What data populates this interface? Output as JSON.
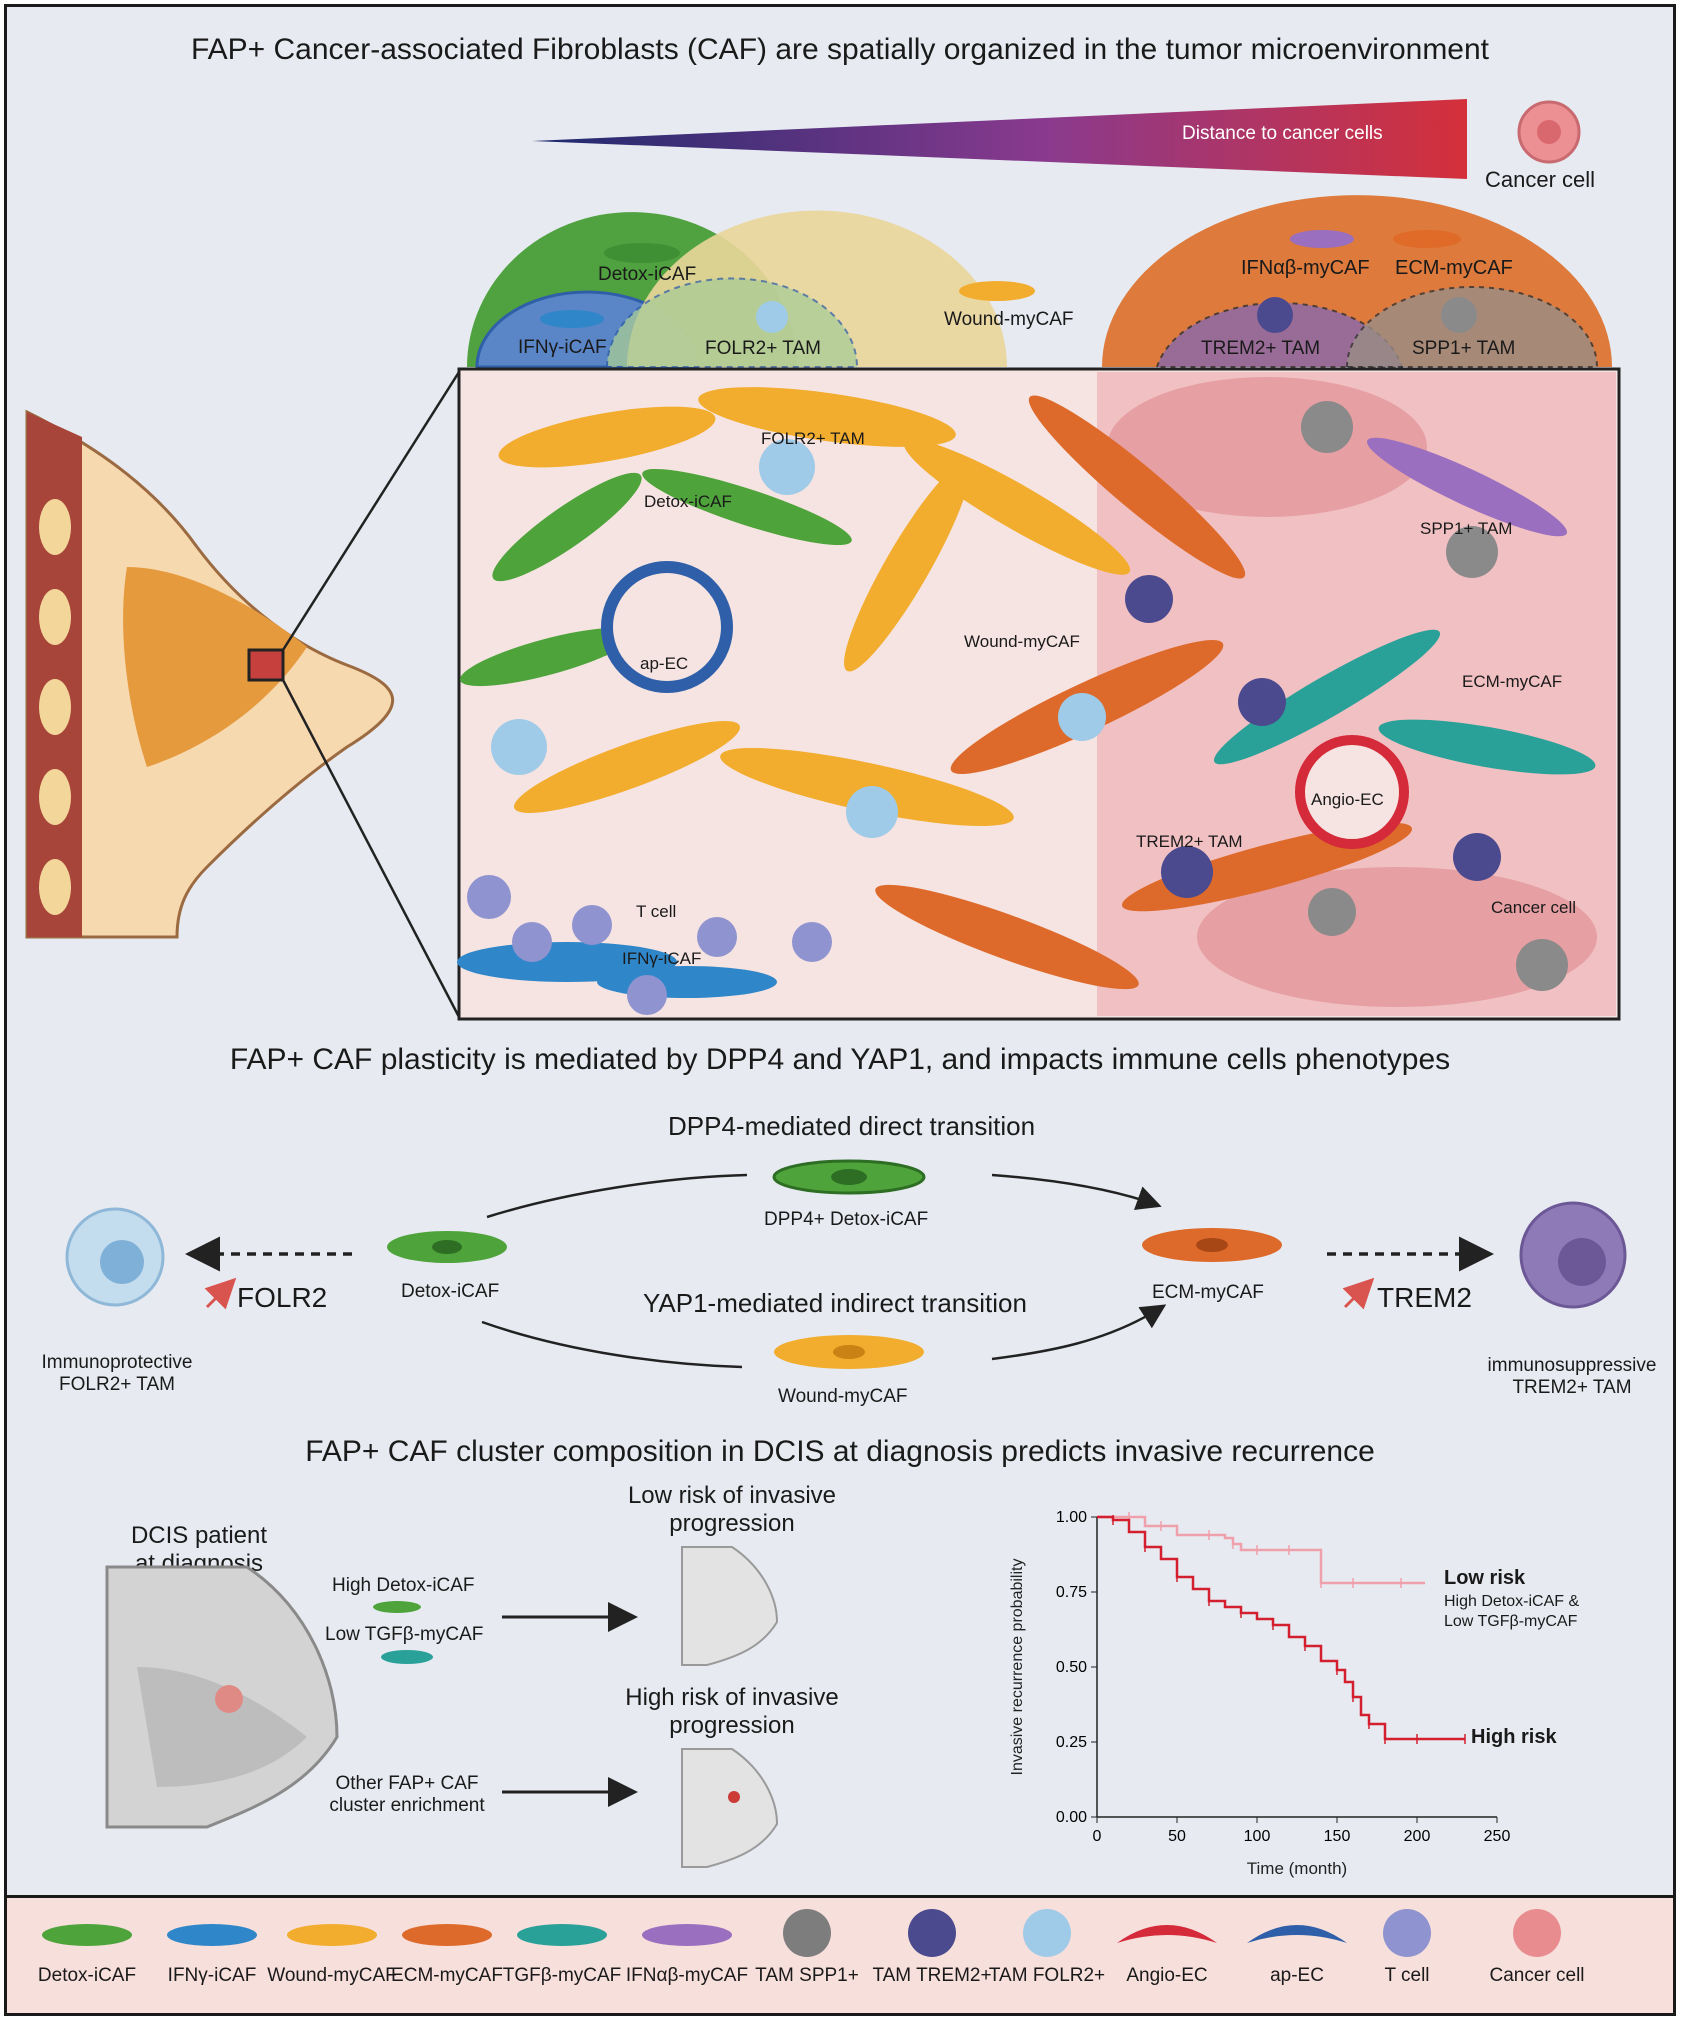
{
  "section1": {
    "title": "FAP+ Cancer-associated Fibroblasts (CAF) are spatially organized in the tumor microenvironment",
    "gradient_label": "Distance to cancer cells",
    "cancer_cell_label": "Cancer cell",
    "domes": {
      "detox": "Detox-iCAF",
      "ifng": "IFNγ-iCAF",
      "folr2": "FOLR2+ TAM",
      "wound": "Wound-myCAF",
      "ifnab": "IFNαβ-myCAF",
      "ecm": "ECM-myCAF",
      "trem2": "TREM2+ TAM",
      "spp1": "SPP1+ TAM"
    },
    "zoom_labels": {
      "folr2": "FOLR2+ TAM",
      "detox": "Detox-iCAF",
      "spp1": "SPP1+ TAM",
      "apec": "ap-EC",
      "wound": "Wound-myCAF",
      "ecm": "ECM-myCAF",
      "angio": "Angio-EC",
      "trem2": "TREM2+ TAM",
      "cancer": "Cancer cell",
      "tcell": "T cell",
      "ifng": "IFNγ-iCAF"
    }
  },
  "section2": {
    "title": "FAP+ CAF plasticity is mediated by DPP4 and YAP1, and impacts immune cells phenotypes",
    "direct_label": "DPP4-mediated direct transition",
    "indirect_label": "YAP1-mediated indirect transition",
    "dpp4_cell": "DPP4+ Detox-iCAF",
    "detox_cell": "Detox-iCAF",
    "wound_cell": "Wound-myCAF",
    "ecm_cell": "ECM-myCAF",
    "folr2_marker": "FOLR2",
    "trem2_marker": "TREM2",
    "left_tam": [
      "Immunoprotective",
      "FOLR2+ TAM"
    ],
    "right_tam": [
      "immunosuppressive",
      "TREM2+ TAM"
    ]
  },
  "section3": {
    "title": "FAP+ CAF cluster composition in DCIS at diagnosis predicts invasive recurrence",
    "patient": [
      "DCIS patient",
      "at diagnosis"
    ],
    "low_risk_header": [
      "Low risk of invasive",
      "progression"
    ],
    "high_risk_header": [
      "High risk of invasive",
      "progression"
    ],
    "high_detox": "High Detox-iCAF",
    "low_tgfb": "Low TGFβ-myCAF",
    "other": [
      "Other FAP+ CAF",
      "cluster enrichment"
    ],
    "plot_low_title": "Low risk",
    "plot_low_sub": [
      "High Detox-iCAF &",
      "Low TGFβ-myCAF"
    ],
    "plot_high_title": "High risk"
  },
  "chart_data": {
    "type": "line",
    "title": "",
    "xlabel": "Time (month)",
    "ylabel": "Invasive recurrence probability",
    "xlim": [
      0,
      250
    ],
    "ylim": [
      0,
      1
    ],
    "xticks": [
      "0",
      "50",
      "100",
      "150",
      "200",
      "250"
    ],
    "yticks": [
      "0.00",
      "0.25",
      "0.50",
      "0.75",
      "1.00"
    ],
    "grid": false,
    "series": [
      {
        "name": "Low risk",
        "color": "#f0a0aa",
        "x": [
          0,
          20,
          30,
          40,
          50,
          70,
          80,
          85,
          90,
          100,
          110,
          120,
          130,
          140,
          150,
          160,
          175,
          190,
          205
        ],
        "y": [
          1.0,
          1.0,
          0.97,
          0.97,
          0.94,
          0.94,
          0.93,
          0.91,
          0.89,
          0.89,
          0.89,
          0.89,
          0.89,
          0.78,
          0.78,
          0.78,
          0.78,
          0.78,
          0.78
        ]
      },
      {
        "name": "High risk",
        "color": "#d41f2e",
        "x": [
          0,
          10,
          20,
          30,
          40,
          50,
          60,
          70,
          80,
          90,
          100,
          110,
          120,
          130,
          140,
          150,
          155,
          160,
          165,
          170,
          175,
          180,
          190,
          200,
          210,
          230
        ],
        "y": [
          1.0,
          0.99,
          0.95,
          0.9,
          0.86,
          0.8,
          0.76,
          0.72,
          0.7,
          0.68,
          0.66,
          0.64,
          0.6,
          0.57,
          0.52,
          0.49,
          0.45,
          0.4,
          0.34,
          0.31,
          0.31,
          0.26,
          0.26,
          0.26,
          0.26,
          0.26
        ]
      }
    ]
  },
  "legend": [
    {
      "label": "Detox-iCAF",
      "color": "#4ea33b"
    },
    {
      "label": "IFNγ-iCAF",
      "color": "#2f86c8"
    },
    {
      "label": "Wound-myCAF",
      "color": "#f2ad2f"
    },
    {
      "label": "ECM-myCAF",
      "color": "#dd6a2b"
    },
    {
      "label": "TGFβ-myCAF",
      "color": "#2aa198"
    },
    {
      "label": "IFNαβ-myCAF",
      "color": "#9a6fbf"
    },
    {
      "label": "TAM SPP1+",
      "color": "#7d7d7d"
    },
    {
      "label": "TAM TREM2+",
      "color": "#4b4a8f"
    },
    {
      "label": "TAM FOLR2+",
      "color": "#9fcbe8"
    },
    {
      "label": "Angio-EC",
      "color": "#d42a3a"
    },
    {
      "label": "ap-EC",
      "color": "#2f5fa8"
    },
    {
      "label": "T cell",
      "color": "#8f93cf"
    },
    {
      "label": "Cancer cell",
      "color": "#e98c8f"
    }
  ]
}
